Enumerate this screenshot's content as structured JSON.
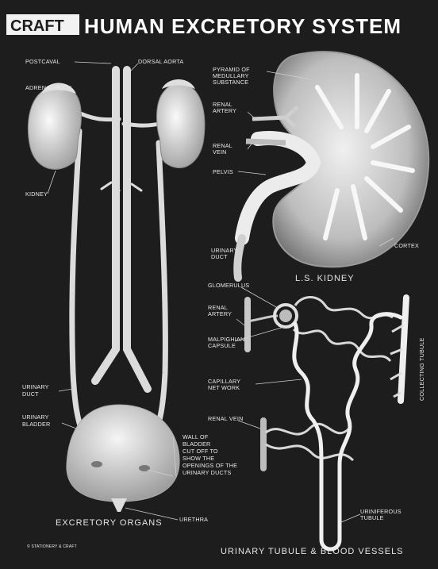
{
  "brand": "CRAFT",
  "title": "HUMAN EXCRETORY SYSTEM",
  "labels": {
    "postcaval": "POSTCAVAL",
    "dorsal_aorta": "DORSAL AORTA",
    "adrenal_body": "ADRENAL BODY",
    "kidney": "KIDNEY",
    "urinary_duct_left": [
      "URINARY",
      "DUCT"
    ],
    "urinary_bladder": [
      "URINARY",
      "BLADDER"
    ],
    "wall_of_bladder": [
      "WALL OF",
      "BLADDER",
      "CUT OFF TO",
      "SHOW THE",
      "OPENINGS OF THE",
      "URINARY DUCTS"
    ],
    "urethra": "URETHRA",
    "pyramid": [
      "PYRAMID OF",
      "MEDULLARY",
      "SUBSTANCE"
    ],
    "renal_artery_ls": [
      "RENAL",
      "ARTERY"
    ],
    "renal_vein_ls": [
      "RENAL",
      "VEIN"
    ],
    "pelvis": "PELVIS",
    "urinary_duct_ls": [
      "URINARY",
      "DUCT"
    ],
    "cortex": "CORTEX",
    "glomerulus": "GLOMERULUS",
    "renal_artery_tubule": [
      "RENAL",
      "ARTERY"
    ],
    "malpighian_capsule": [
      "MALPIGHIAN",
      "CAPSULE"
    ],
    "capillary_network": [
      "CAPILLARY",
      "NET WORK"
    ],
    "renal_vein_tubule": "RENAL VEIN",
    "collecting_tubule": "COLLECTING TUBULE",
    "uriniferous_tubule": [
      "URINIFEROUS",
      "TUBULE"
    ]
  },
  "captions": {
    "excretory_organs": "EXCRETORY ORGANS",
    "ls_kidney": "L.S. KIDNEY",
    "urinary_tubule": "URINARY TUBULE & BLOOD VESSELS"
  },
  "footer": "© STATIONERY & CRAFT"
}
